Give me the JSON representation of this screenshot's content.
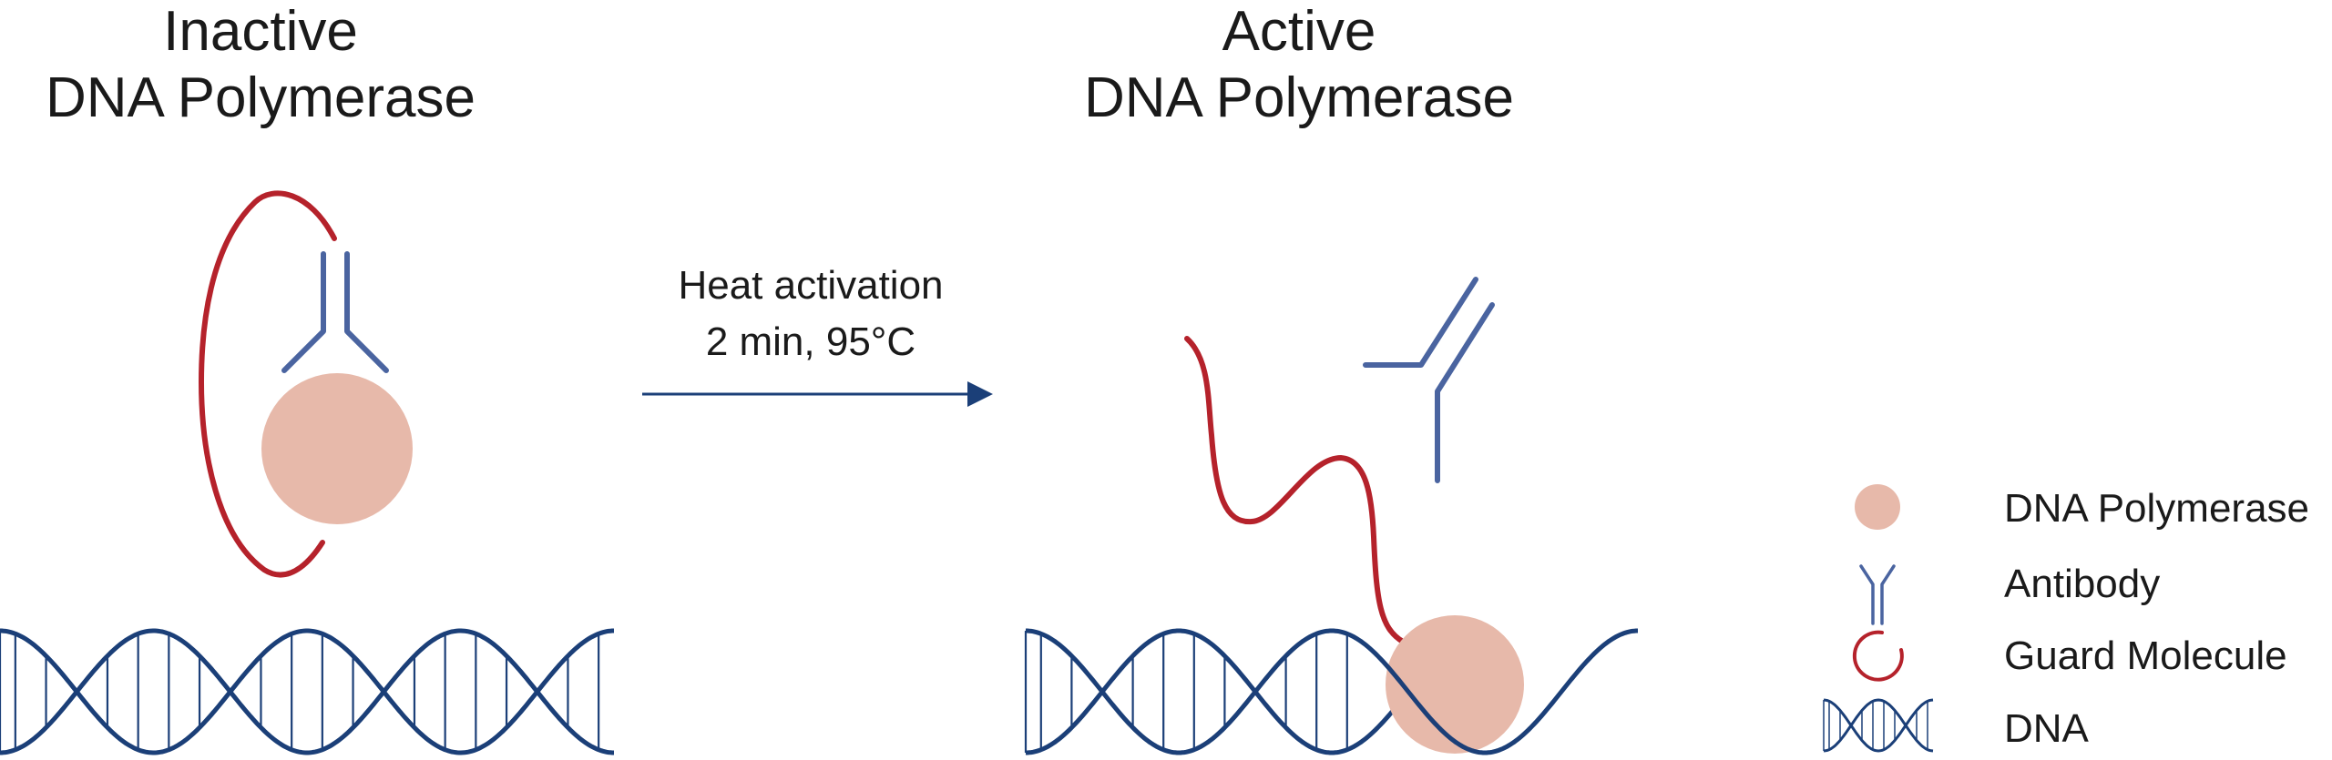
{
  "inactive": {
    "title_line1": "Inactive",
    "title_line2": "DNA Polymerase"
  },
  "active": {
    "title_line1": "Active",
    "title_line2": "DNA Polymerase"
  },
  "arrow": {
    "line1": "Heat activation",
    "line2": "2 min, 95°C"
  },
  "legend": {
    "items": [
      {
        "icon": "polymerase-circle-icon",
        "label": "DNA Polymerase"
      },
      {
        "icon": "antibody-icon",
        "label": "Antibody"
      },
      {
        "icon": "guard-molecule-icon",
        "label": "Guard Molecule"
      },
      {
        "icon": "dna-helix-icon",
        "label": "DNA"
      }
    ]
  },
  "colors": {
    "guard": "#b5222b",
    "antibody": "#4a64a0",
    "polymerase": "#e7b9aa",
    "dna": "#1b3f78",
    "text": "#1a1a1a"
  }
}
